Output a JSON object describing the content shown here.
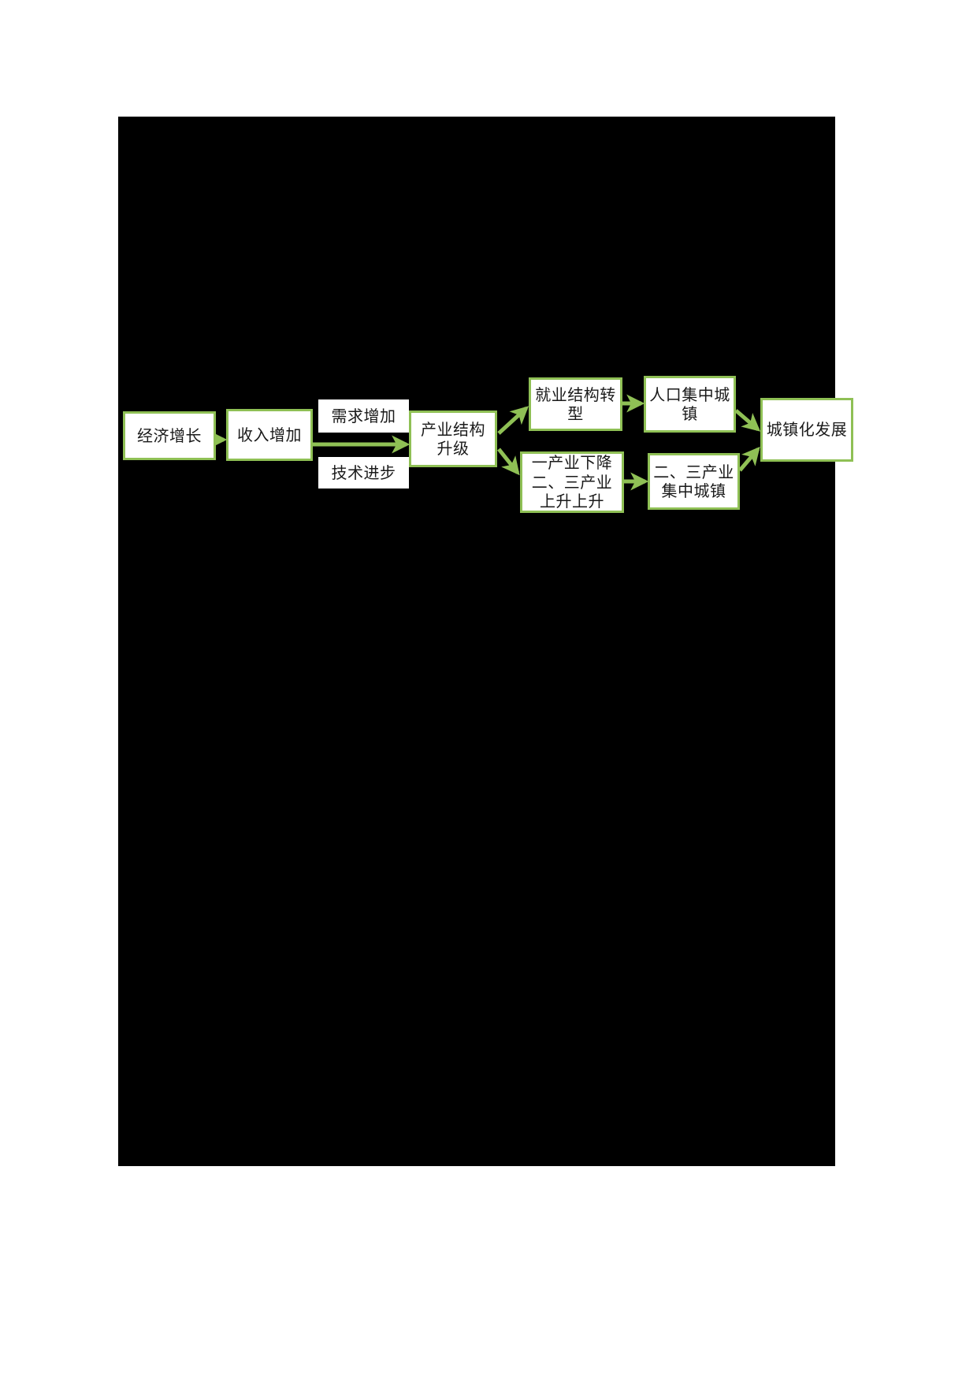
{
  "diagram": {
    "type": "flowchart",
    "orientation": "left-to-right",
    "accent_color": "#8FC055",
    "background_color": "#000000",
    "node_fill_color": "#FFFFFF",
    "text_color": "#1A1A1A",
    "nodes": [
      {
        "id": "economic-growth",
        "label": "经济增长"
      },
      {
        "id": "income-increase",
        "label": "收入增加"
      },
      {
        "id": "industry-upgrade",
        "label": "产业结构升级"
      },
      {
        "id": "employment",
        "label": "就业结构转型"
      },
      {
        "id": "primary-decline",
        "label": "一产业下降二、三产业上升上升"
      },
      {
        "id": "population",
        "label": "人口集中城镇"
      },
      {
        "id": "secondary-city",
        "label": "二、三产业集中城镇"
      },
      {
        "id": "urbanization",
        "label": "城镇化发展"
      }
    ],
    "edge_labels": [
      {
        "id": "demand-increase",
        "label": "需求增加"
      },
      {
        "id": "tech-progress",
        "label": "技术进步"
      }
    ],
    "edges": [
      {
        "from": "economic-growth",
        "to": "income-increase"
      },
      {
        "from": "income-increase",
        "to": "industry-upgrade"
      },
      {
        "from": "industry-upgrade",
        "to": "employment"
      },
      {
        "from": "industry-upgrade",
        "to": "primary-decline"
      },
      {
        "from": "employment",
        "to": "population"
      },
      {
        "from": "primary-decline",
        "to": "secondary-city"
      },
      {
        "from": "population",
        "to": "urbanization"
      },
      {
        "from": "secondary-city",
        "to": "urbanization"
      }
    ]
  }
}
